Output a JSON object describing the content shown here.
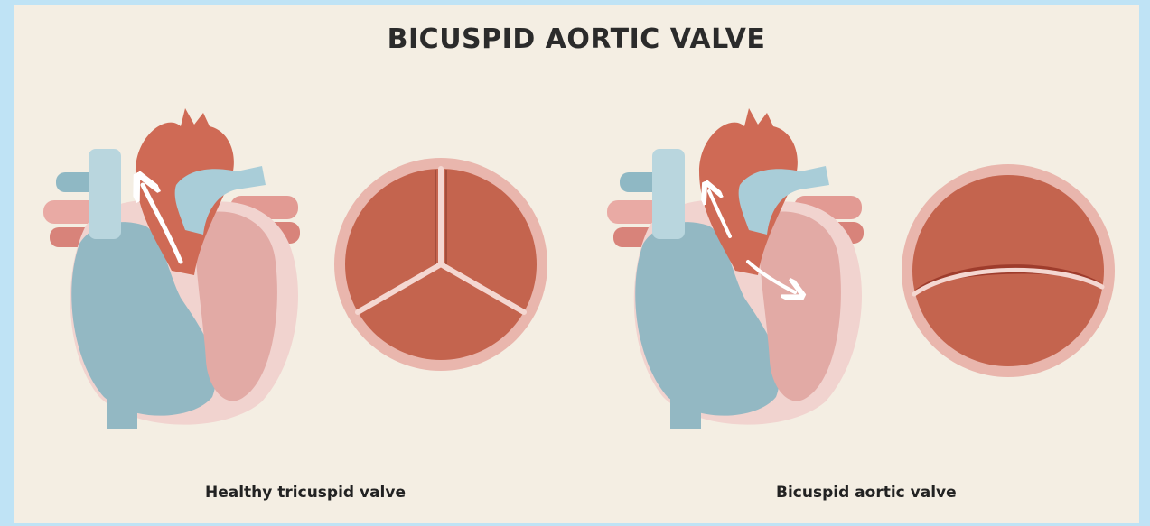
{
  "title": "BICUSPID AORTIC VALVE",
  "left_caption": "Healthy tricuspid valve",
  "right_caption": "Bicuspid aortic valve",
  "colors": {
    "background": "#f4eee3",
    "frame": "#bfe3f5",
    "aorta": "#cf6a55",
    "valve_leaflet": "#c4644e",
    "valve_ring": "#e9b6ad",
    "heart_pink": "#f1d3cf",
    "ventricle_pink": "#e2aaa5",
    "blue_chamber": "#93b8c3",
    "vessel_blue": "#a9cdd8",
    "arrow": "#ffffff"
  }
}
